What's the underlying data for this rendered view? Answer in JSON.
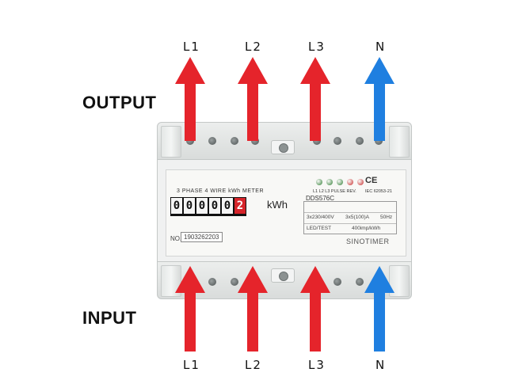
{
  "output_label": "OUTPUT",
  "input_label": "INPUT",
  "phases_top": [
    "L1",
    "L2",
    "L3",
    "N"
  ],
  "phases_bottom": [
    "L1",
    "L2",
    "L3",
    "N"
  ],
  "colors": {
    "phase_arrow": "#e5242b",
    "neutral_arrow": "#1f7fe0"
  },
  "meter": {
    "title": "3 PHASE 4 WIRE kWh METER",
    "counter_digits": [
      "0",
      "0",
      "0",
      "0",
      "0",
      "2"
    ],
    "unit": "kWh",
    "serial_label": "NO.",
    "serial_number": "1903262203",
    "led_labels": "L1  L2  L3 PULSE REV.",
    "led_colors": [
      "#2e7d32",
      "#2e7d32",
      "#2e7d32",
      "#c62828",
      "#c62828"
    ],
    "ce_mark": "CE",
    "standard": "IEC 62053-21",
    "model": "DDS576C",
    "voltage": "3x230/400V",
    "current": "3x5(100)A",
    "frequency": "50Hz",
    "led_test": "LED/TEST",
    "impulse_rate": "400imp/kWh",
    "brand": "SINOTIMER"
  }
}
